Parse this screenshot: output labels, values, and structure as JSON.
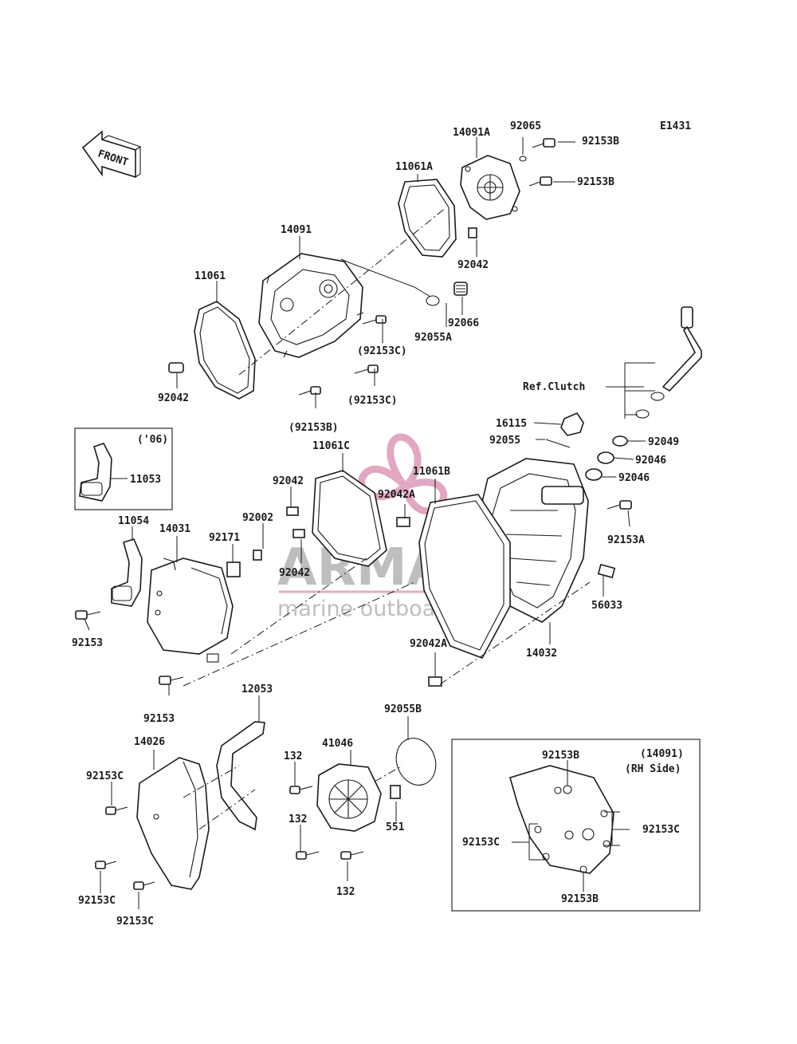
{
  "diagram": {
    "code": "E1431",
    "front_label": "FRONT",
    "ref_clutch": "Ref.Clutch",
    "inset_header_1": "(14091)",
    "inset_header_2": "(RH Side)",
    "inset_year": "('06)"
  },
  "watermark": {
    "brand": "ARMADA",
    "tagline": "marine outboards",
    "colors": {
      "brand_pink": "#d98ab0",
      "text_gray": "#8a8a8a"
    }
  },
  "parts": {
    "p14091A": "14091A",
    "p92065": "92065",
    "p92153B_1": "92153B",
    "p92153B_2": "92153B",
    "p11061A": "11061A",
    "p14091": "14091",
    "p92042_1": "92042",
    "p11061": "11061",
    "p92066": "92066",
    "p92055A": "92055A",
    "p92153C_1": "(92153C)",
    "p92153C_2": "(92153C)",
    "p92042_2": "92042",
    "p92153B_3": "(92153B)",
    "p16115": "16115",
    "p92055": "92055",
    "p92049": "92049",
    "p92046_1": "92046",
    "p92046_2": "92046",
    "p11061C": "11061C",
    "p11061B": "11061B",
    "p92042_3": "92042",
    "p92042A_1": "92042A",
    "p11053": "11053",
    "p92153A": "92153A",
    "p11054": "11054",
    "p14031": "14031",
    "p92171": "92171",
    "p92002": "92002",
    "p92042_4": "92042",
    "p56033": "56033",
    "p92153_1": "92153",
    "p92042A_2": "92042A",
    "p14032": "14032",
    "p92153_2": "92153",
    "p12053": "12053",
    "p92055B": "92055B",
    "p14026": "14026",
    "p41046": "41046",
    "p132_1": "132",
    "p92153C_3": "92153C",
    "p132_2": "132",
    "p551": "551",
    "p92153C_4": "92153C",
    "p132_3": "132",
    "p92153C_5": "92153C",
    "p92153B_4": "92153B",
    "p92153C_6": "92153C",
    "p92153C_7": "92153C",
    "p92153B_5": "92153B"
  }
}
